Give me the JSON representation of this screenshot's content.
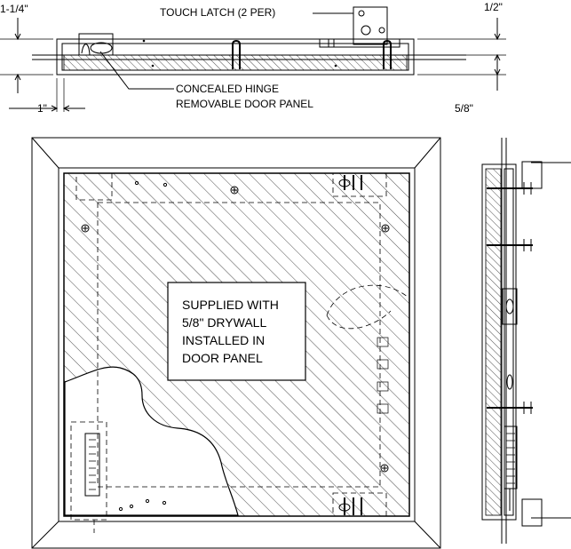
{
  "labels": {
    "dim_top_left": "1-1/4\"",
    "touch_latch": "TOUCH LATCH (2 PER)",
    "dim_top_right": "1/2\"",
    "hinge_line1": "CONCEALED HINGE",
    "hinge_line2": "REMOVABLE DOOR PANEL",
    "dim_left": "1\"",
    "dim_right": "5/8\"",
    "note_lines": [
      "SUPPLIED WITH",
      "5/8\" DRYWALL",
      "INSTALLED IN",
      "DOOR PANEL"
    ]
  },
  "colors": {
    "line": "#000000",
    "background": "#ffffff"
  }
}
